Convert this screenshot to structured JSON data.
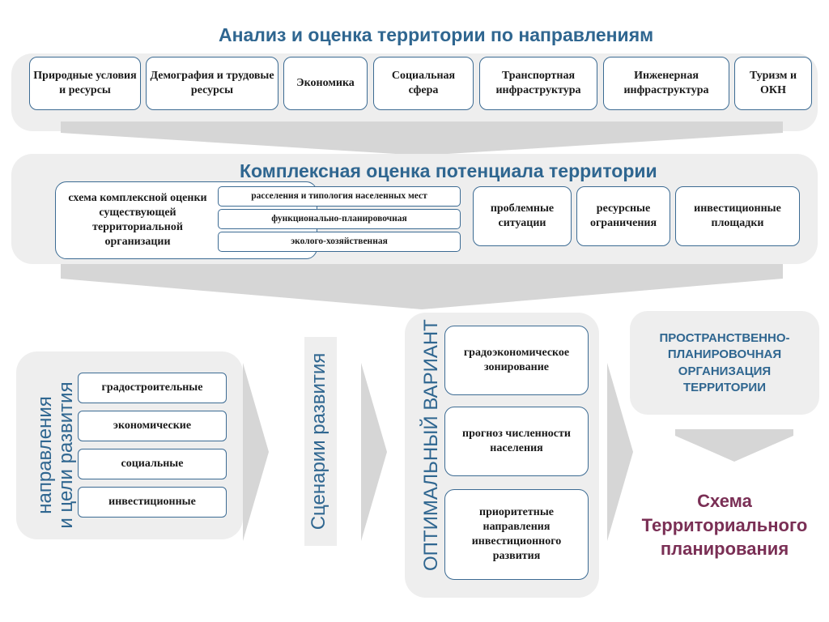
{
  "top": {
    "title": "Анализ и оценка территории по направлениям",
    "boxes": [
      "Природные условия и ресурсы",
      "Демография и трудовые ресурсы",
      "Экономика",
      "Социальная сфера",
      "Транспортная инфраструктура",
      "Инженерная инфраструктура",
      "Туризм и ОКН"
    ]
  },
  "complex": {
    "title": "Комплексная оценка потенциала территории",
    "scheme_label": "схема комплексной оценки существующей территориальной организации",
    "scheme_items": [
      "расселения и типология населенных мест",
      "функционально-планировочная",
      "эколого-хозяйственная"
    ],
    "side_boxes": [
      "проблемные ситуации",
      "ресурсные ограничения",
      "инвестиционные площадки"
    ]
  },
  "directions": {
    "label_line1": "направления",
    "label_line2": "и цели развития",
    "items": [
      "градостроительные",
      "экономические",
      "социальные",
      "инвестиционные"
    ]
  },
  "scenarios": {
    "label": "Сценарии развития"
  },
  "optimal": {
    "label": "ОПТИМАЛЬНЫЙ ВАРИАНТ",
    "items": [
      "градоэкономическое зонирование",
      "прогноз численности населения",
      "приоритетные направления инвестиционного развития"
    ]
  },
  "spatial": {
    "label": "ПРОСТРАНСТВЕННО-ПЛАНИРОВОЧНАЯ ОРГАНИЗАЦИЯ ТЕРРИТОРИИ"
  },
  "final": {
    "label": "Схема Территориального планирования"
  },
  "colors": {
    "accent": "#2f6690",
    "box_border": "#3c6b93",
    "final": "#7a2f55",
    "panel": "#eeeeee"
  }
}
